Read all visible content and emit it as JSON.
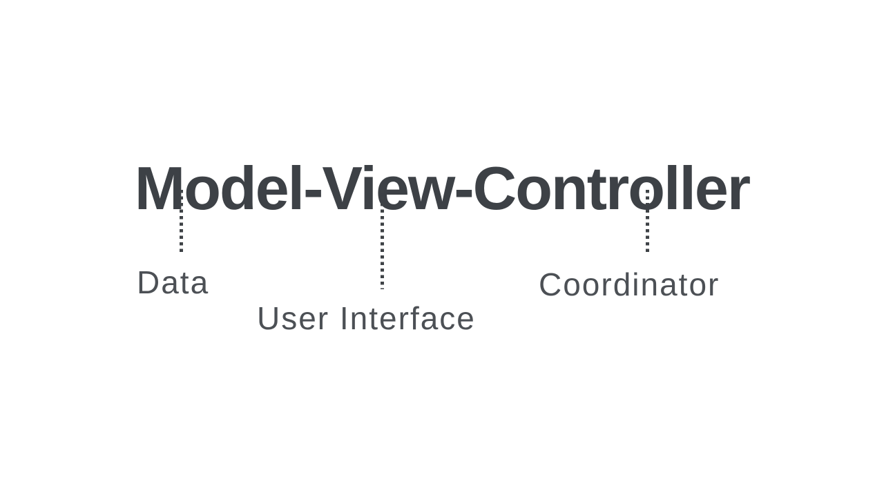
{
  "slide": {
    "title": "Model-View-Controller",
    "components": [
      {
        "term": "Model",
        "meaning": "Data"
      },
      {
        "term": "View",
        "meaning": "User Interface"
      },
      {
        "term": "Controller",
        "meaning": "Coordinator"
      }
    ]
  },
  "colors": {
    "background": "#ffffff",
    "title_text": "#3d4146",
    "label_text": "#4c5055",
    "connector_dots": "#3f4347"
  }
}
